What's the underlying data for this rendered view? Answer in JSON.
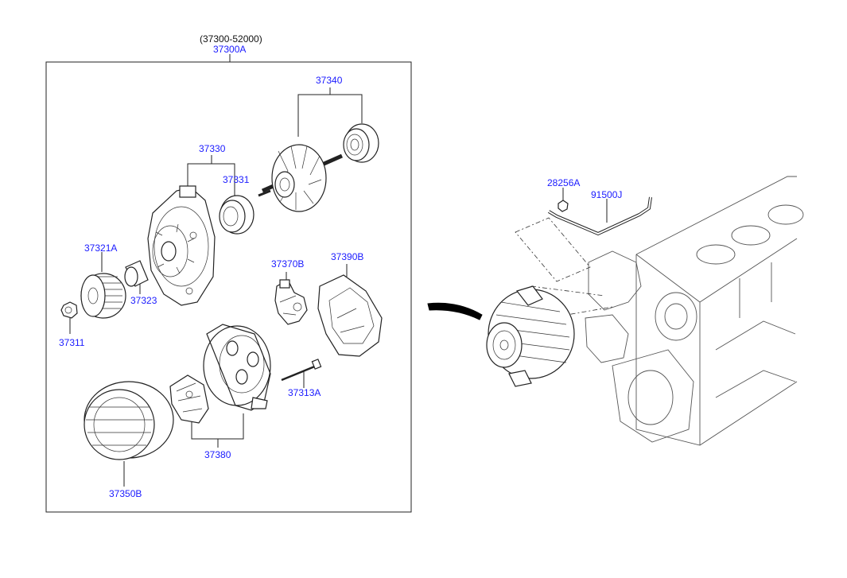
{
  "assembly": {
    "sub_code": "(37300-52000)",
    "main_code": "37300A"
  },
  "parts": {
    "p37340": "37340",
    "p37330": "37330",
    "p37331": "37331",
    "p37321A": "37321A",
    "p37323": "37323",
    "p37311": "37311",
    "p37370B": "37370B",
    "p37390B": "37390B",
    "p37313A": "37313A",
    "p37380": "37380",
    "p37350B": "37350B",
    "p28256A": "28256A",
    "p91500J": "91500J"
  },
  "colors": {
    "callout": "#1a1aff",
    "header": "#111111",
    "line": "#222222"
  }
}
